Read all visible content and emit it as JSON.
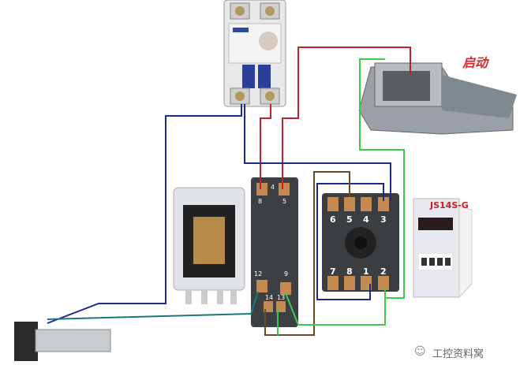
{
  "labels": {
    "start": "启动",
    "timer_model": "JS14S-G",
    "watermark": "工控资料窝"
  },
  "relay_base_terminals": {
    "top": [
      "8",
      "4",
      "5"
    ],
    "bottom": [
      "12",
      "14",
      "13",
      "9"
    ]
  },
  "timer_base_terminals": {
    "top": [
      "6",
      "5",
      "4",
      "3"
    ],
    "bottom": [
      "7",
      "8",
      "1",
      "2"
    ]
  },
  "wire_colors": {
    "red": "#c8202a",
    "blue": "#1c2a8c",
    "brown": "#6b4a22",
    "green": "#3ccc4a",
    "teal": "#1a7a7a"
  }
}
